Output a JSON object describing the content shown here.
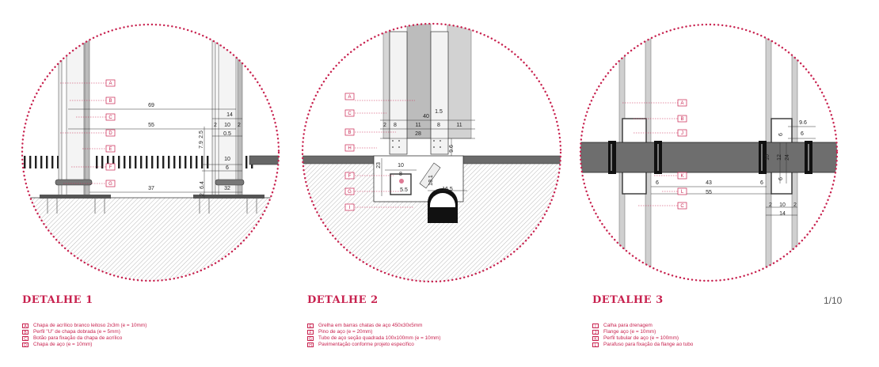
{
  "page_number": "1/10",
  "colors": {
    "accent": "#c8224f",
    "steel": "#5b5b5b",
    "line": "#333333"
  },
  "details": [
    {
      "title": "DETALHE 1",
      "legend": [
        {
          "mark": "A",
          "text": "Chapa de acrílico branco leitoso 2x3m (e = 10mm)"
        },
        {
          "mark": "B",
          "text": "Perfil \"U\" de chapa dobrada (e = 5mm)"
        },
        {
          "mark": "C",
          "text": "Botão para fixação da chapa de acrílico"
        },
        {
          "mark": "D",
          "text": "Chapa de aço (e = 10mm)"
        }
      ],
      "tags": [
        "A",
        "B",
        "C",
        "D",
        "E",
        "F",
        "G"
      ],
      "dims": [
        "69",
        "14",
        "55",
        "2",
        "10",
        "2",
        "0.5",
        "7.9",
        "2.5",
        "10",
        "6",
        "37",
        "6.4",
        "2",
        "32"
      ]
    },
    {
      "title": "DETALHE 2",
      "legend": [
        {
          "mark": "E",
          "text": "Grelha em barras chatas de aço 450x30x5mm"
        },
        {
          "mark": "F",
          "text": "Pino de aço (e = 20mm)"
        },
        {
          "mark": "G",
          "text": "Tubo de aço seção quadrada 100x100mm (e = 10mm)"
        },
        {
          "mark": "H",
          "text": "Pavimentação conforme projeto específico"
        }
      ],
      "tags": [
        "A",
        "C",
        "B",
        "H",
        "F",
        "G",
        "I"
      ],
      "dims": [
        "1.5",
        "40",
        "2",
        "8",
        "11",
        "8",
        "11",
        "28",
        "9.6",
        "23",
        "10",
        "8",
        "5.5",
        "18.1",
        "16.5"
      ]
    },
    {
      "title": "DETALHE 3",
      "legend": [
        {
          "mark": "I",
          "text": "Calha para drenagem"
        },
        {
          "mark": "J",
          "text": "Flange aço (e = 10mm)"
        },
        {
          "mark": "K",
          "text": "Perfil tubular de aço (e = 100mm)"
        },
        {
          "mark": "L",
          "text": "Parafuso para fixação da flange ao tubo"
        }
      ],
      "tags": [
        "A",
        "B",
        "J",
        "K",
        "L",
        "C"
      ],
      "dims": [
        "9.6",
        "6",
        "6",
        "10",
        "12",
        "24",
        "6",
        "6",
        "43",
        "6",
        "55",
        "2",
        "10",
        "2",
        "14"
      ]
    }
  ]
}
